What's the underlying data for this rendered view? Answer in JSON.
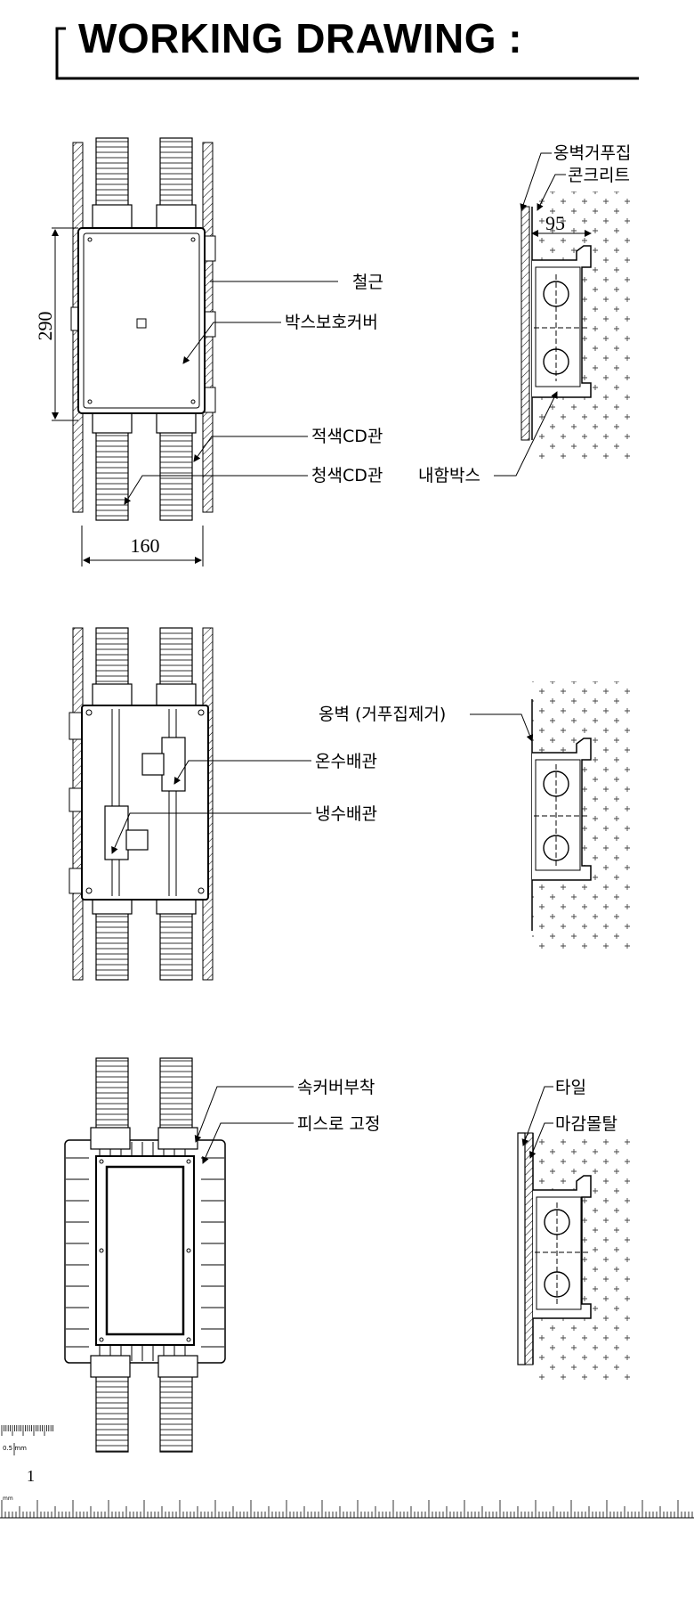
{
  "title": "WORKING DRAWING :",
  "diagram1": {
    "dim_height": "290",
    "dim_width": "160",
    "dim_depth": "95",
    "labels": {
      "rebar": "철근",
      "box_cover": "박스보호커버",
      "red_cd": "적색CD관",
      "blue_cd": "청색CD관",
      "formwork": "옹벽거푸집",
      "concrete": "콘크리트",
      "inner_box": "내함박스"
    }
  },
  "diagram2": {
    "labels": {
      "wall_removed": "옹벽 (거푸집제거)",
      "hot_pipe": "온수배관",
      "cold_pipe": "냉수배관"
    }
  },
  "diagram3": {
    "labels": {
      "inner_cover": "속커버부착",
      "screw_fix": "피스로 고정",
      "tile": "타일",
      "mortar": "마감몰탈"
    }
  },
  "ruler": {
    "small_label": "0.5 mm",
    "number": "1",
    "unit": "mm"
  }
}
